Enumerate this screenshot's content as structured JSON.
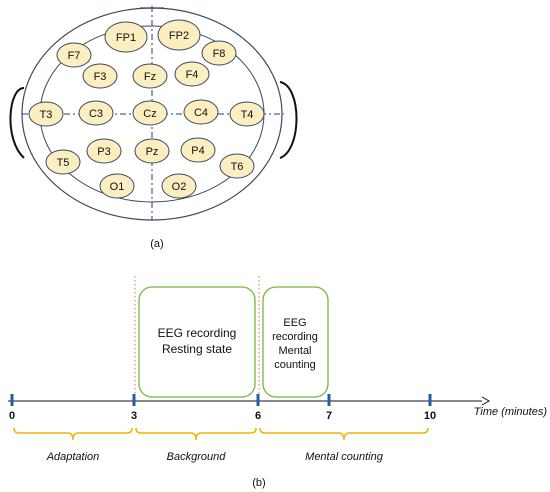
{
  "panel_a": {
    "caption": "(a)",
    "electrodes": [
      {
        "label": "FP1"
      },
      {
        "label": "FP2"
      },
      {
        "label": "F7"
      },
      {
        "label": "F8"
      },
      {
        "label": "F3"
      },
      {
        "label": "Fz"
      },
      {
        "label": "F4"
      },
      {
        "label": "T3"
      },
      {
        "label": "C3"
      },
      {
        "label": "Cz"
      },
      {
        "label": "C4"
      },
      {
        "label": "T4"
      },
      {
        "label": "T5"
      },
      {
        "label": "P3"
      },
      {
        "label": "Pz"
      },
      {
        "label": "P4"
      },
      {
        "label": "T6"
      },
      {
        "label": "O1"
      },
      {
        "label": "O2"
      }
    ],
    "colors": {
      "electrode_fill": "#fbeec1",
      "line": "#3b4a5c",
      "divider": "#1f3f6e"
    }
  },
  "panel_b": {
    "caption": "(b)",
    "axis_label": "Time (minutes)",
    "ticks": [
      {
        "value": 0,
        "label": "0"
      },
      {
        "value": 3,
        "label": "3"
      },
      {
        "value": 6,
        "label": "6"
      },
      {
        "value": 7,
        "label": "7"
      },
      {
        "value": 10,
        "label": "10"
      }
    ],
    "boxes": [
      {
        "lines": [
          "EEG recording",
          "Resting state"
        ]
      },
      {
        "lines": [
          "EEG",
          "recording",
          "Mental",
          "counting"
        ]
      }
    ],
    "phases": [
      {
        "label": "Adaptation",
        "start": 0,
        "end": 3
      },
      {
        "label": "Background",
        "start": 3,
        "end": 6
      },
      {
        "label": "Mental counting",
        "start": 6,
        "end": 10
      }
    ],
    "colors": {
      "box_border": "#7cb342",
      "brace": "#f4b400",
      "tick": "#1f5fa8",
      "dotted": "#e07a2f"
    }
  }
}
